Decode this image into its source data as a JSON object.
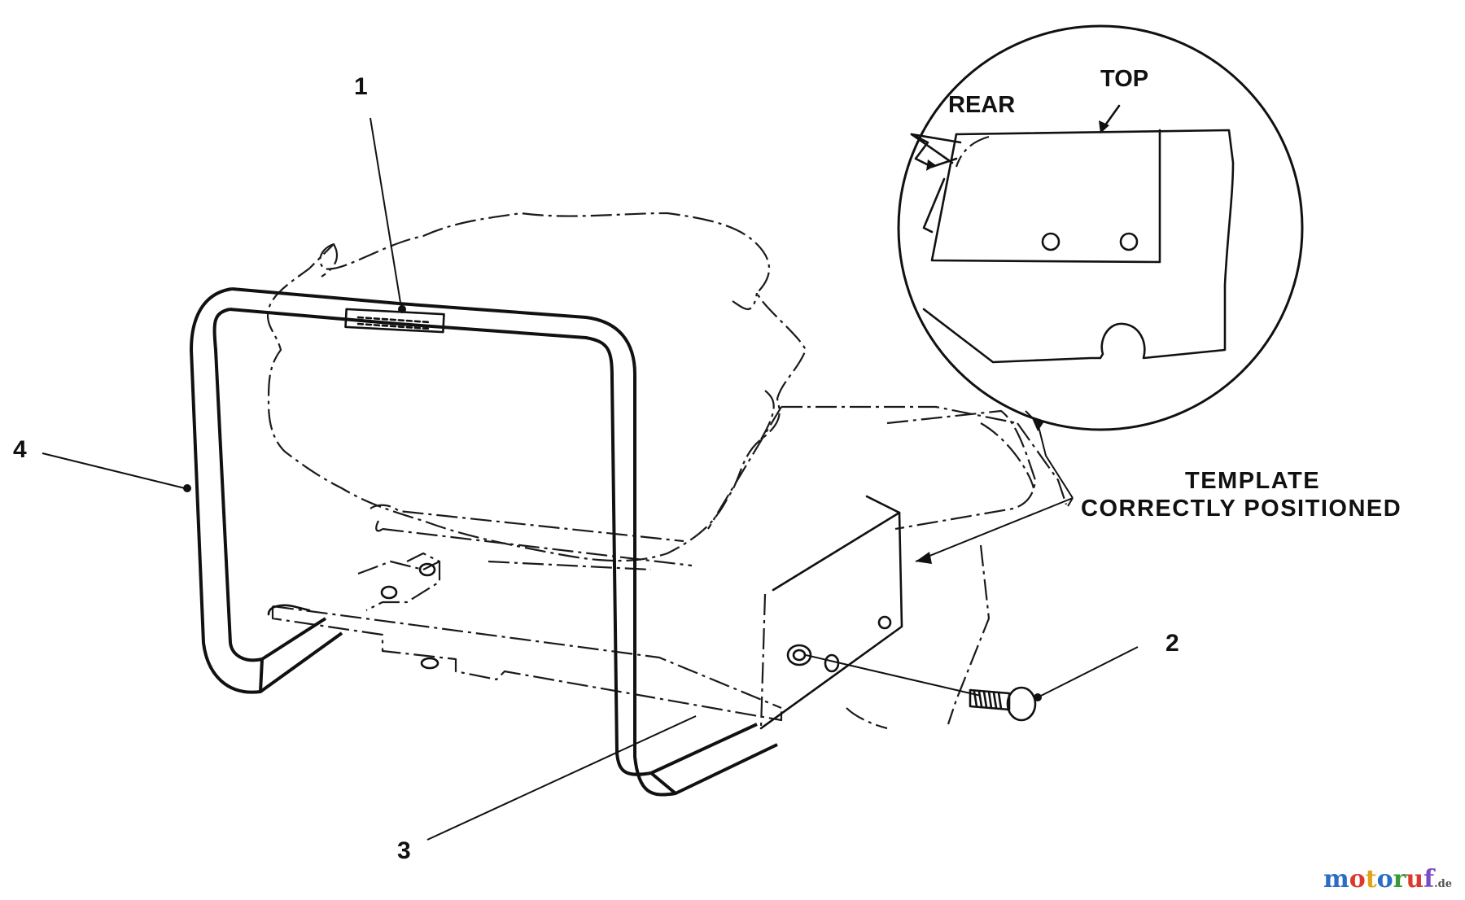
{
  "callouts": [
    {
      "number": "1"
    },
    {
      "number": "2"
    },
    {
      "number": "3"
    },
    {
      "number": "4"
    }
  ],
  "labels": {
    "template_line1": "TEMPLATE",
    "template_line2": "CORRECTLY POSITIONED"
  },
  "detail_view": {
    "rear_label": "REAR",
    "top_label": "TOP"
  },
  "watermark": {
    "letters": [
      "m",
      "o",
      "t",
      "o",
      "r",
      "u",
      "f"
    ],
    "letter_colors": [
      "#2b6cc4",
      "#d93a2b",
      "#e0a21a",
      "#2b6cc4",
      "#3a9a3a",
      "#d93a2b",
      "#7a4cc4"
    ],
    "suffix": ".de"
  }
}
